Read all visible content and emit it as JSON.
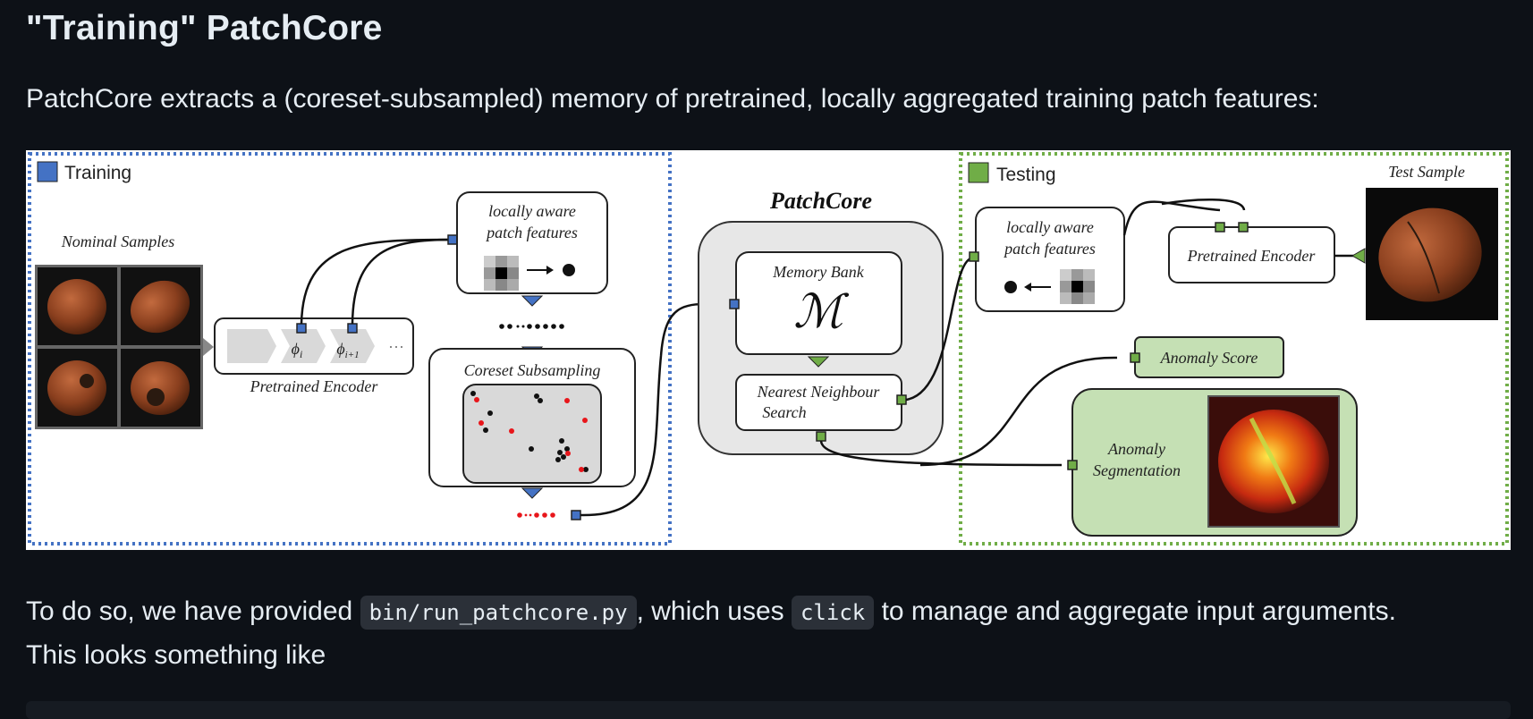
{
  "heading": "\"Training\" PatchCore",
  "intro": "PatchCore extracts a (coreset-subsampled) memory of pretrained, locally aggregated training patch features:",
  "figure": {
    "training_label": "Training",
    "testing_label": "Testing",
    "title": "PatchCore",
    "nominal_samples": "Nominal Samples",
    "pretrained_encoder": "Pretrained Encoder",
    "phi_i": "ϕ",
    "phi_i_sub": "i",
    "phi_i1": "ϕ",
    "phi_i1_sub": "i+1",
    "ellipsis": "···",
    "local_feat_line1": "locally aware",
    "local_feat_line2": "patch features",
    "coreset": "Coreset Subsampling",
    "memory_bank": "Memory Bank",
    "memory_symbol": "ℳ",
    "nn_line1": "Nearest Neighbour",
    "nn_line2": "Search",
    "test_local_line1": "locally aware",
    "test_local_line2": "patch features",
    "test_encoder": "Pretrained Encoder",
    "test_sample": "Test Sample",
    "anomaly_score": "Anomaly Score",
    "seg_line1": "Anomaly",
    "seg_line2": "Segmentation",
    "colors": {
      "blue": "#4472c4",
      "green": "#70ad47",
      "red": "#e8161b"
    }
  },
  "para": {
    "part1": "To do so, we have provided ",
    "code1": "bin/run_patchcore.py",
    "part2": ", which uses ",
    "code2": "click",
    "part3": " to manage and aggregate input arguments.",
    "line2": "This looks something like"
  }
}
